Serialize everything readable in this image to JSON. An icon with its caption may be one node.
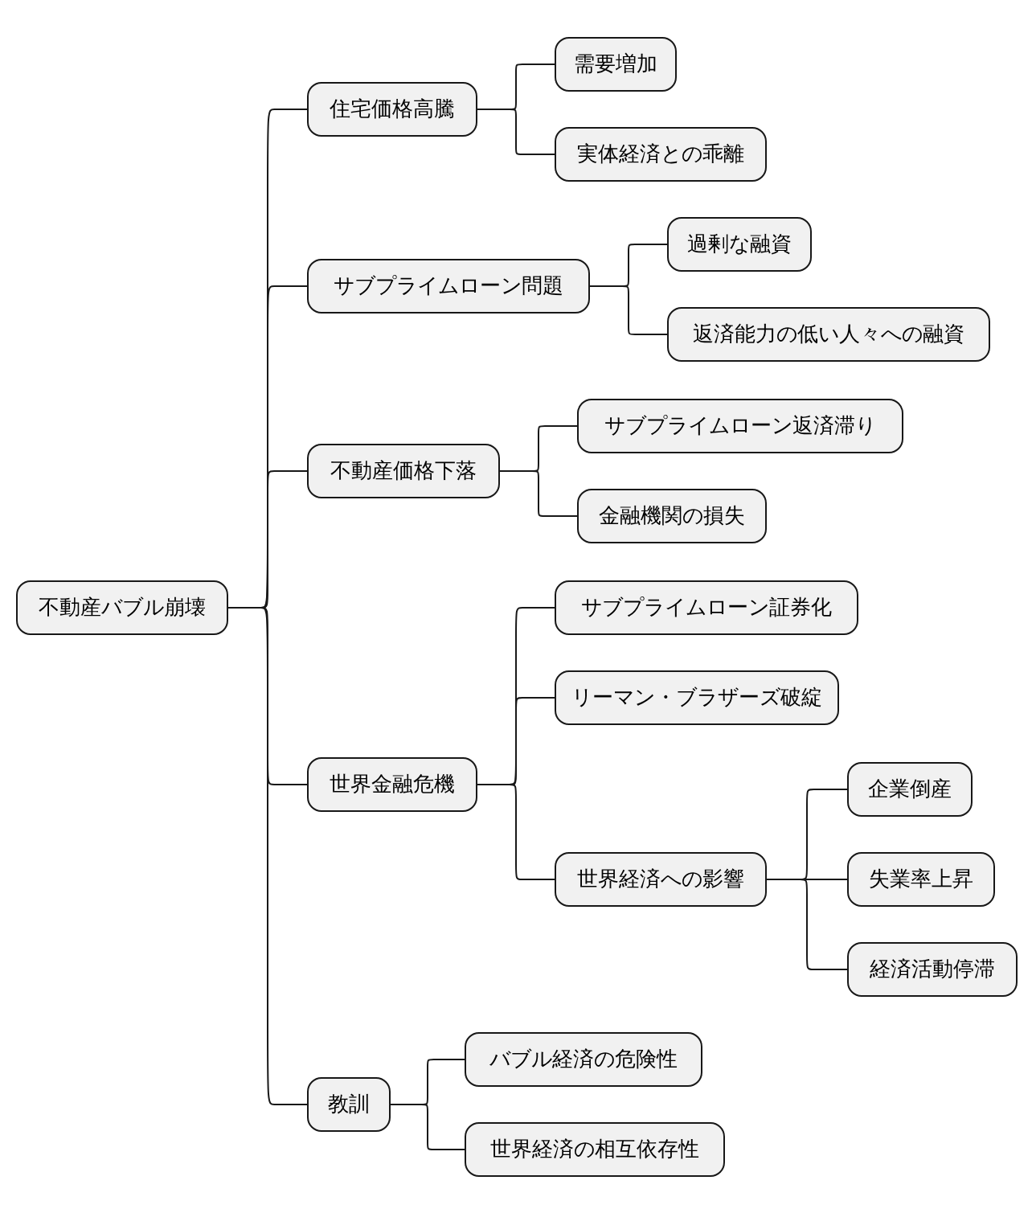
{
  "diagram": {
    "nodes": [
      {
        "text": [
          "不動産バブル崩壊"
        ]
      },
      {
        "text": [
          "住宅価格高騰"
        ]
      },
      {
        "text": [
          "需要増加"
        ]
      },
      {
        "text": [
          "実体経済との乖離"
        ]
      },
      {
        "text": [
          "サブプライムローン問題"
        ]
      },
      {
        "text": [
          "過剰な融資"
        ]
      },
      {
        "text": [
          "返済能力の低い人々への融資"
        ]
      },
      {
        "text": [
          "不動産価格下落"
        ]
      },
      {
        "text": [
          "サブプライムローン返済滞り"
        ]
      },
      {
        "text": [
          "金融機関の損失"
        ]
      },
      {
        "text": [
          "世界金融危機"
        ]
      },
      {
        "text": [
          "サブプライムローン証券化"
        ]
      },
      {
        "text": [
          "リーマン・ブラザーズ破綻"
        ]
      },
      {
        "text": [
          "世界経済への影響"
        ]
      },
      {
        "text": [
          "企業倒産"
        ]
      },
      {
        "text": [
          "失業率上昇"
        ]
      },
      {
        "text": [
          "経済活動停滞"
        ]
      },
      {
        "text": [
          "教訓"
        ]
      },
      {
        "text": [
          "バブル経済の危険性"
        ]
      },
      {
        "text": [
          "世界経済の相互依存性"
        ]
      }
    ],
    "edges": [
      {
        "from": 0,
        "to": 1,
        "arrow": "none"
      },
      {
        "from": 1,
        "to": 2,
        "arrow": "none"
      },
      {
        "from": 1,
        "to": 3,
        "arrow": "none"
      },
      {
        "from": 0,
        "to": 4,
        "arrow": "none"
      },
      {
        "from": 4,
        "to": 5,
        "arrow": "none"
      },
      {
        "from": 4,
        "to": 6,
        "arrow": "none"
      },
      {
        "from": 0,
        "to": 7,
        "arrow": "none"
      },
      {
        "from": 7,
        "to": 8,
        "arrow": "none"
      },
      {
        "from": 7,
        "to": 9,
        "arrow": "none"
      },
      {
        "from": 0,
        "to": 10,
        "arrow": "none"
      },
      {
        "from": 10,
        "to": 11,
        "arrow": "none"
      },
      {
        "from": 10,
        "to": 12,
        "arrow": "none"
      },
      {
        "from": 10,
        "to": 13,
        "arrow": "none"
      },
      {
        "from": 13,
        "to": 14,
        "arrow": "none"
      },
      {
        "from": 13,
        "to": 15,
        "arrow": "none"
      },
      {
        "from": 13,
        "to": 16,
        "arrow": "none"
      },
      {
        "from": 0,
        "to": 17,
        "arrow": "none"
      },
      {
        "from": 17,
        "to": 18,
        "arrow": "none"
      },
      {
        "from": 17,
        "to": 19,
        "arrow": "none"
      }
    ]
  }
}
